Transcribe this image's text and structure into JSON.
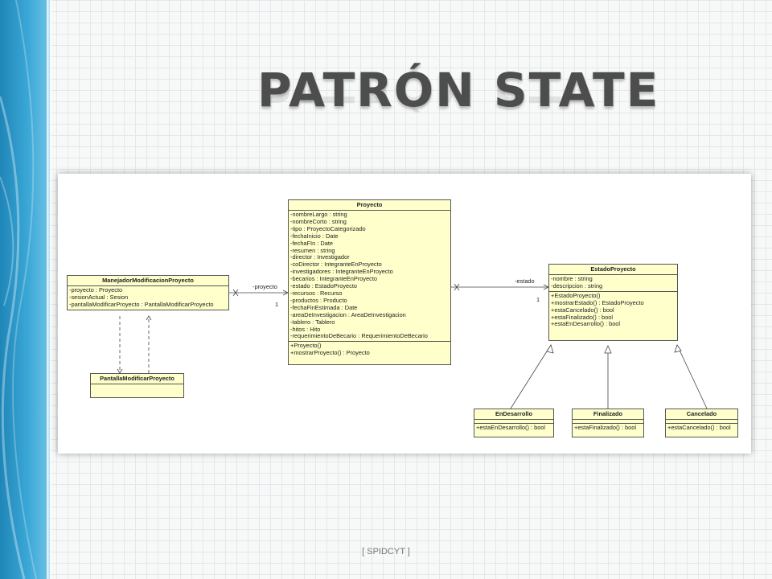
{
  "title": "PATRÓN STATE",
  "footer": "[ SPIDCYT ]",
  "classes": {
    "manejador": {
      "name": "ManejadorModificacionProyecto",
      "attributes": [
        "-proyecto : Proyecto",
        "-sesionActual : Sesion",
        "-pantallaModificarProyecto : PantallaModificarProyecto"
      ]
    },
    "pantalla": {
      "name": "PantallaModificarProyecto"
    },
    "proyecto": {
      "name": "Proyecto",
      "attributes": [
        "-nombreLargo : string",
        "-nombreCorto : string",
        "-tipo : ProyectoCategorizado",
        "-fechaInicio : Date",
        "-fechaFIn : Date",
        "-resumen : string",
        "-director : Investigador",
        "-coDirector : IntegranteEnProyecto",
        "-investigadores : IntegranteEnProyecto",
        "-becarios : IntegranteEnProyecto",
        "-estado : EstadoProyecto",
        "-recursos : Recurso",
        "-productos : Producto",
        "-fechaFinEstimada : Date",
        "-areaDeInvestigacion : AreaDeInvestigacion",
        "-tablero : Tablero",
        "-hitos : Hito",
        "-requerimientoDeBecario : RequerimientoDeBecario"
      ],
      "methods": [
        "+Proyecto()",
        "+mostrarProyecto() : Proyecto"
      ]
    },
    "estado": {
      "name": "EstadoProyecto",
      "attributes": [
        "-nombre : string",
        "-descripcion : string"
      ],
      "methods": [
        "+EstadoProyecto()",
        "+mostrarEstado() : EstadoProyecto",
        "+estaCancelado() : bool",
        "+estaFinalizado() : bool",
        "+estaEnDesarrollo() : bool"
      ]
    },
    "endesarrollo": {
      "name": "EnDesarrollo",
      "methods": [
        "+estaEnDesarrollo() : bool"
      ]
    },
    "finalizado": {
      "name": "Finalizado",
      "methods": [
        "+estaFinalizado() : bool"
      ]
    },
    "cancelado": {
      "name": "Cancelado",
      "methods": [
        "+estaCancelado() : bool"
      ]
    }
  },
  "associations": {
    "proyecto_role": "-proyecto",
    "proyecto_mult": "1",
    "estado_role": "-estado",
    "estado_mult": "1"
  }
}
